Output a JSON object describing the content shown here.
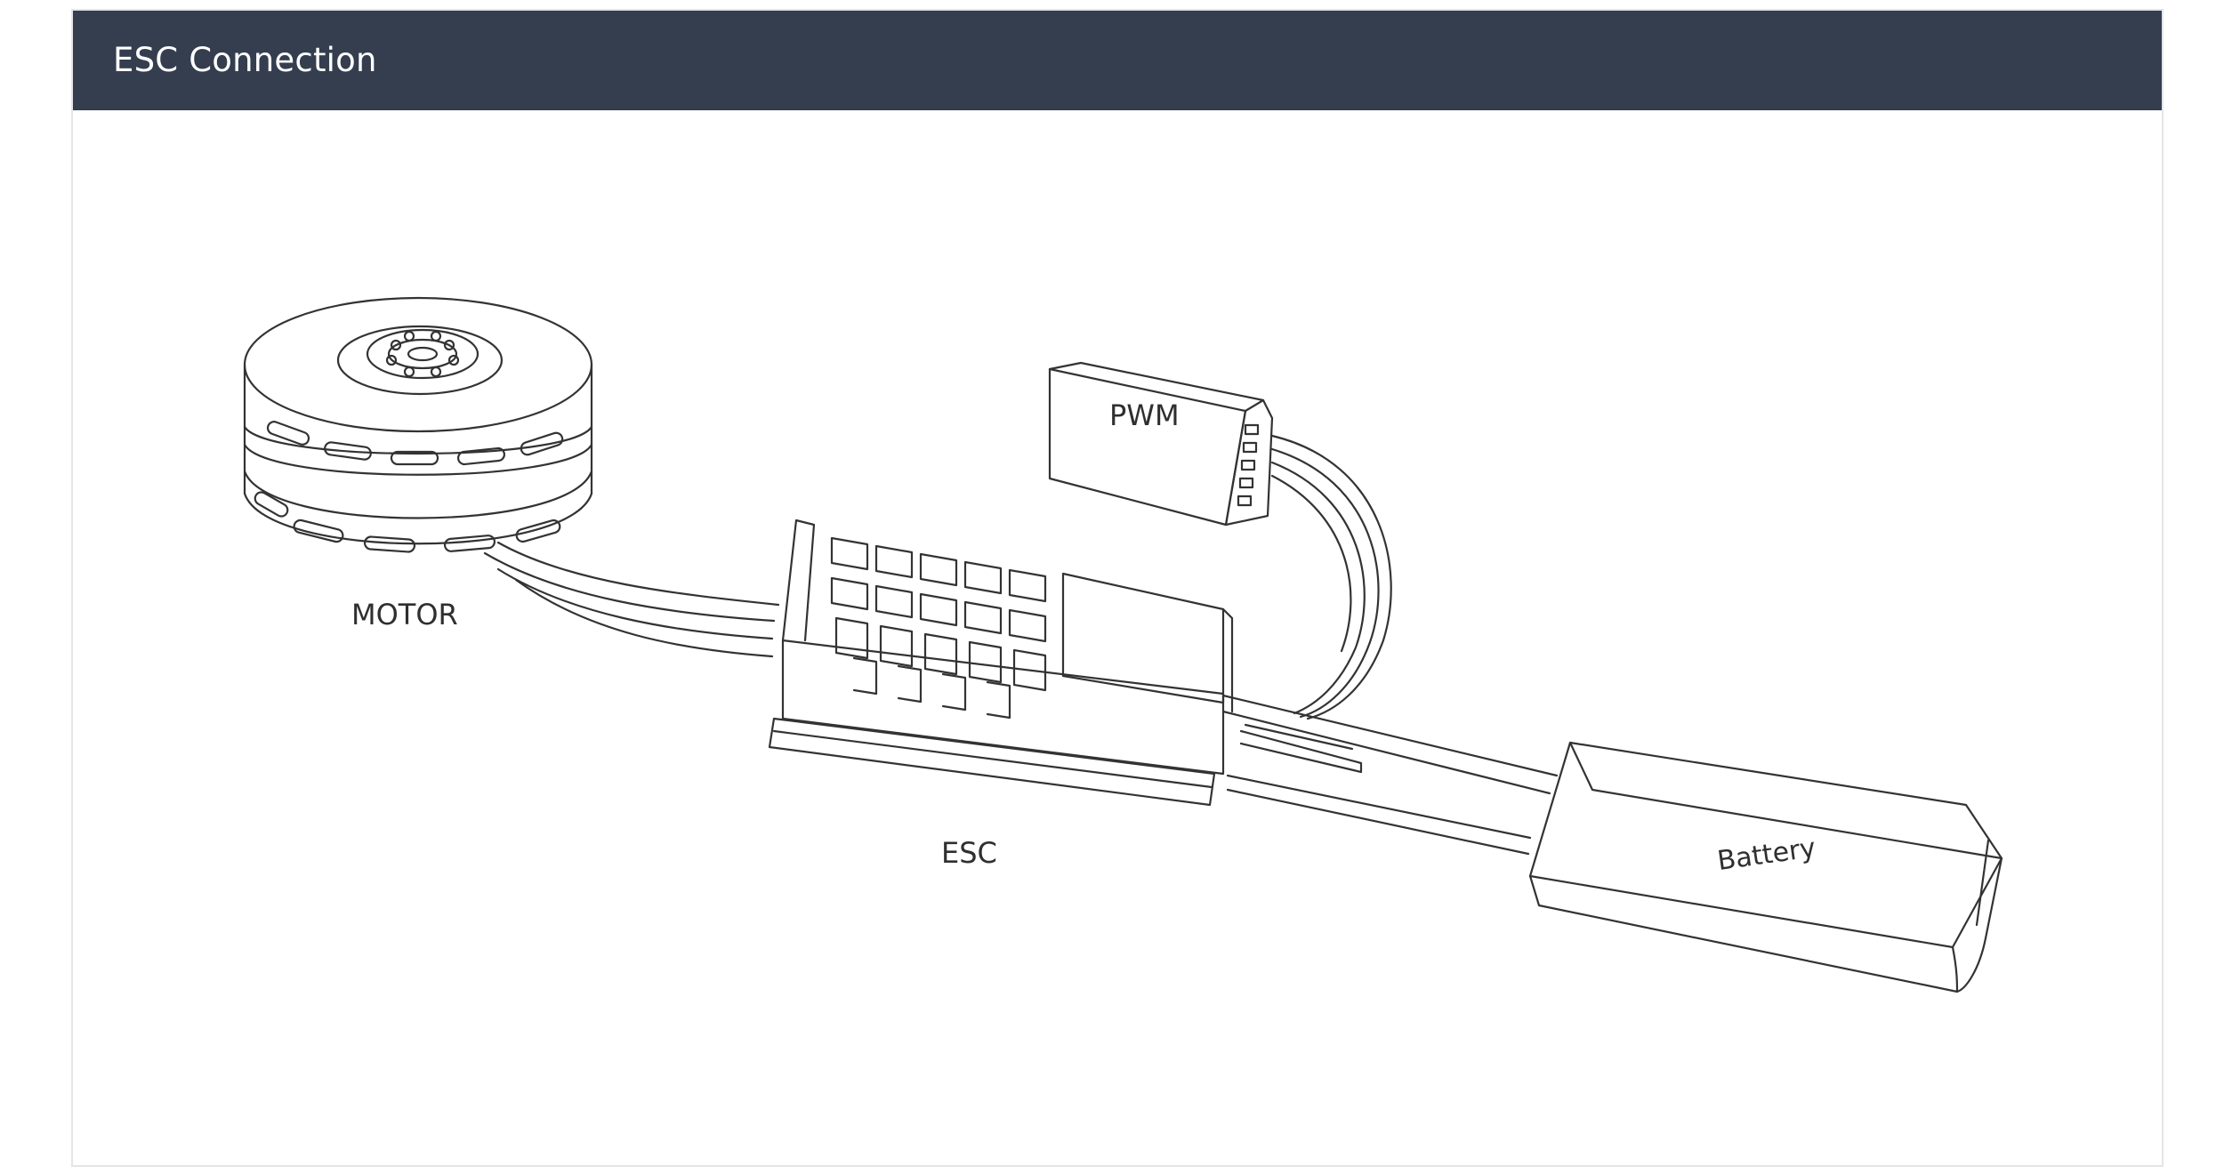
{
  "header": {
    "title": "ESC Connection"
  },
  "labels": {
    "motor": "MOTOR",
    "pwm": "PWM",
    "esc": "ESC",
    "battery": "Battery"
  }
}
